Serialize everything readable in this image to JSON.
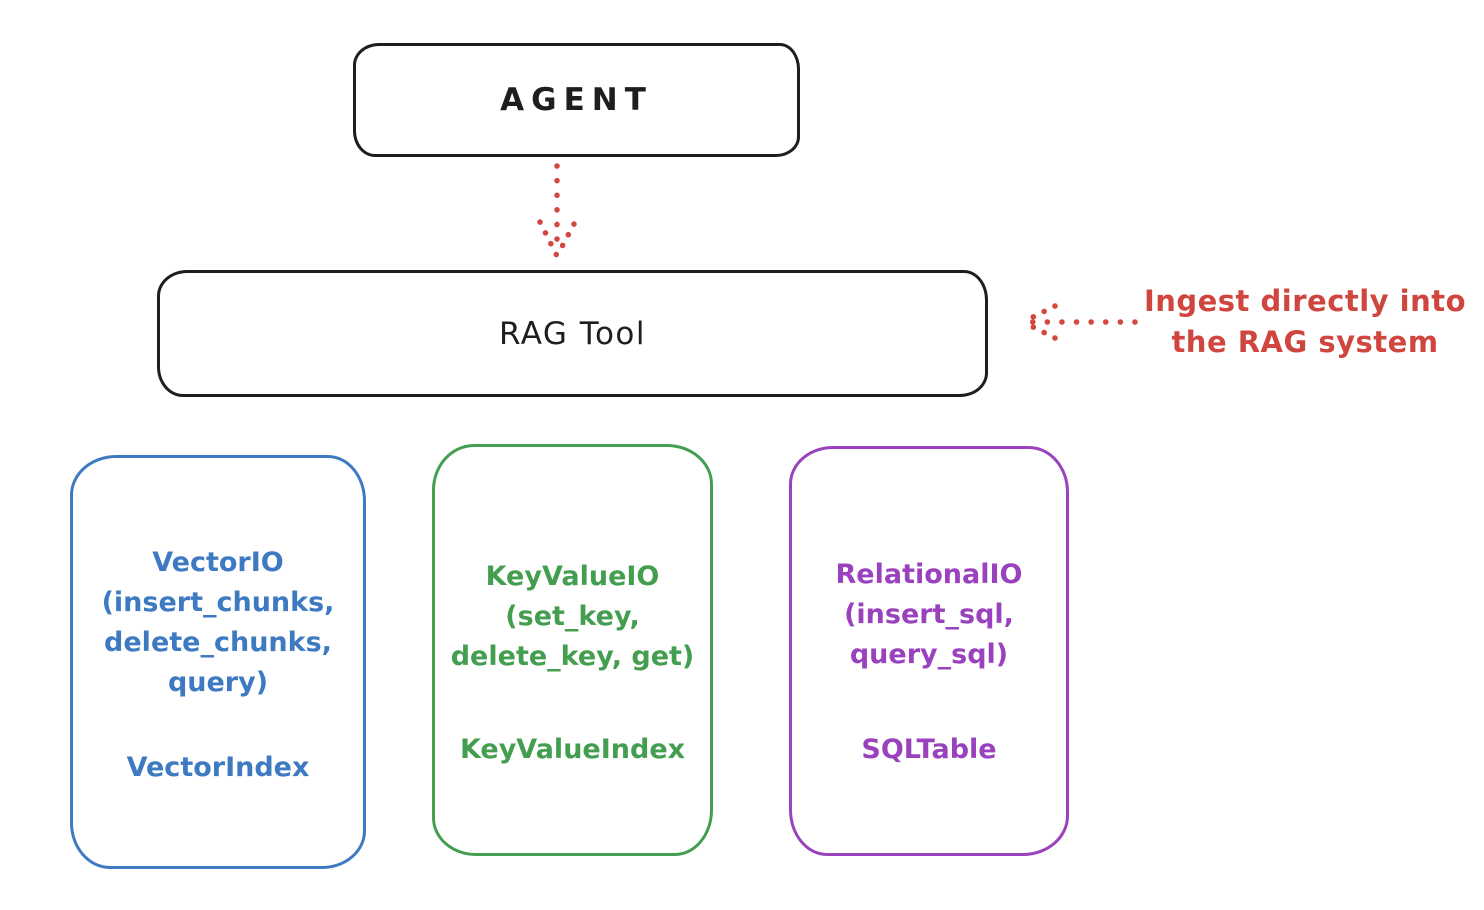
{
  "canvas": {
    "background": "#ffffff"
  },
  "colors": {
    "ink": "#1e1e1e",
    "red": "#d2473f",
    "blue": "#3d7ac2",
    "green": "#449e4f",
    "purple": "#9a42bd"
  },
  "agent": {
    "label": "AGENT"
  },
  "rag_tool": {
    "label": "RAG Tool"
  },
  "arrows": {
    "agent_to_rag": "dotted-arrow-down",
    "annotation_to_rag": "dotted-arrow-left"
  },
  "annotation": {
    "line1": "Ingest directly into",
    "line2": "the RAG system"
  },
  "providers": [
    {
      "id": "vector",
      "color": "#3d7ac2",
      "lines": [
        "VectorIO",
        "(insert_chunks,",
        "delete_chunks,",
        "query)"
      ],
      "index_label": "VectorIndex"
    },
    {
      "id": "keyvalue",
      "color": "#449e4f",
      "lines": [
        "KeyValueIO",
        "(set_key,",
        "delete_key, get)"
      ],
      "index_label": "KeyValueIndex"
    },
    {
      "id": "relational",
      "color": "#9a42bd",
      "lines": [
        "RelationalIO",
        "(insert_sql,",
        "query_sql)"
      ],
      "index_label": "SQLTable"
    }
  ]
}
